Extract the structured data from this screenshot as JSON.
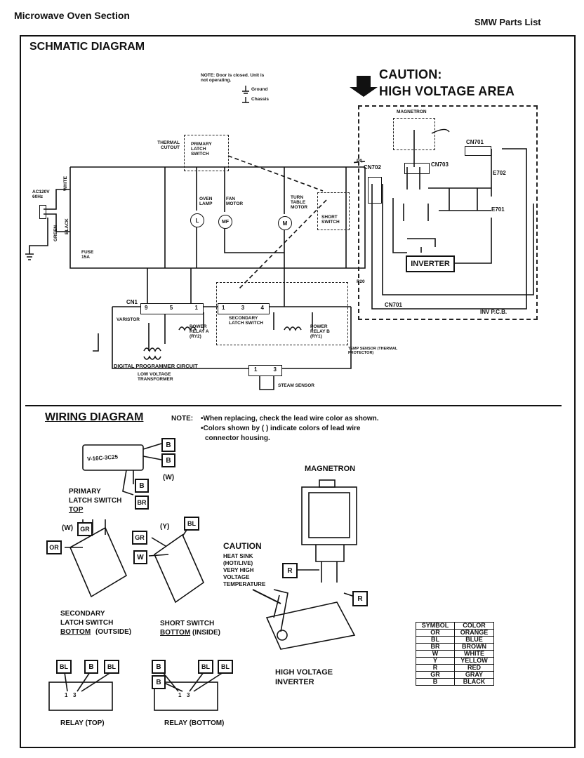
{
  "header": {
    "section": "Microwave Oven Section",
    "parts_list": "SMW Parts List"
  },
  "schematic": {
    "title": "SCHMATIC DIAGRAM",
    "note": "NOTE: Door is closed. Unit is not operating.",
    "ground": "Ground",
    "chassis": "Chassis",
    "caution_line1": "CAUTION:",
    "caution_line2": "HIGH VOLTAGE AREA",
    "magnetron": "MAGNETRON",
    "cn701_top": "CN701",
    "cn702": "CN702",
    "cn703": "CN703",
    "e702": "E702",
    "e701": "E701",
    "inverter": "INVERTER",
    "cn701_bottom": "CN701",
    "inv_pcb": "INV P.C.B.",
    "thermal_cutout": "THERMAL CUTOUT",
    "primary_latch": "PRIMARY LATCH SWITCH",
    "ac_supply": "AC120V 60Hz",
    "white": "WHITE",
    "green": "GREEN",
    "black": "BLACK",
    "oven_lamp": "OVEN LAMP",
    "fan_motor": "FAN MOTOR",
    "turn_table_motor": "TURN TABLE MOTOR",
    "short_switch": "SHORT SWITCH",
    "fuse": "FUSE 15A",
    "p0": "P0",
    "p20": "P20",
    "cn1": "CN1",
    "varistor": "VARISTOR",
    "secondary_latch": "SECONDARY LATCH SWITCH",
    "power_relay_a": "POWER RELAY A (RY2)",
    "power_relay_b": "POWER RELAY B (RY1)",
    "temp_sensor": "TEMP SENSOR (THERMAL PROTECTOR)",
    "digital_programmer": "DIGITAL PROGRAMMER CIRCUIT",
    "low_voltage_transformer": "LOW VOLTAGE TRANSFORMER",
    "steam_sensor": "STEAM SENSOR",
    "symbols": {
      "lamp": "L",
      "fan": "MF",
      "motor": "M"
    },
    "cn1_pins": [
      "9",
      "5",
      "1"
    ],
    "sec_pins": [
      "1",
      "3",
      "4"
    ],
    "steam_pins": [
      "1",
      "3"
    ]
  },
  "wiring": {
    "title": "WIRING DIAGRAM",
    "note_label": "NOTE:",
    "note_line1": "•When replacing, check the lead wire color as shown.",
    "note_line2": "•Colors shown by (   ) indicate colors of lead wire",
    "note_line3": "connector housing.",
    "primary_switch_code": "V-16C-3C25",
    "primary_caption1": "PRIMARY",
    "primary_caption2": "LATCH SWITCH",
    "primary_caption3": "TOP",
    "secondary_caption1": "SECONDARY",
    "secondary_caption2": "LATCH SWITCH",
    "secondary_caption3": "BOTTOM",
    "secondary_caption4": "(OUTSIDE)",
    "short_caption1": "SHORT SWITCH",
    "short_caption2": "BOTTOM",
    "short_caption3": "(INSIDE)",
    "relay_top": "RELAY (TOP)",
    "relay_bottom": "RELAY (BOTTOM)",
    "magnetron": "MAGNETRON",
    "caution_title": "CAUTION",
    "caution_lines": [
      "HEAT SINK",
      "(HOT/LIVE)",
      "VERY HIGH",
      "VOLTAGE",
      "TEMPERATURE"
    ],
    "hv_inverter1": "HIGH VOLTAGE",
    "hv_inverter2": "INVERTER",
    "tags": {
      "B": "B",
      "BL": "BL",
      "BR": "BR",
      "GR": "GR",
      "OR": "OR",
      "W": "W",
      "R": "R",
      "paren_w": "(W)",
      "paren_y": "(Y)"
    },
    "pin_1": "1",
    "pin_3": "3"
  },
  "color_table": {
    "headers": [
      "SYMBOL",
      "COLOR"
    ],
    "rows": [
      [
        "OR",
        "ORANGE"
      ],
      [
        "BL",
        "BLUE"
      ],
      [
        "BR",
        "BROWN"
      ],
      [
        "W",
        "WHITE"
      ],
      [
        "Y",
        "YELLOW"
      ],
      [
        "R",
        "RED"
      ],
      [
        "GR",
        "GRAY"
      ],
      [
        "B",
        "BLACK"
      ]
    ]
  }
}
